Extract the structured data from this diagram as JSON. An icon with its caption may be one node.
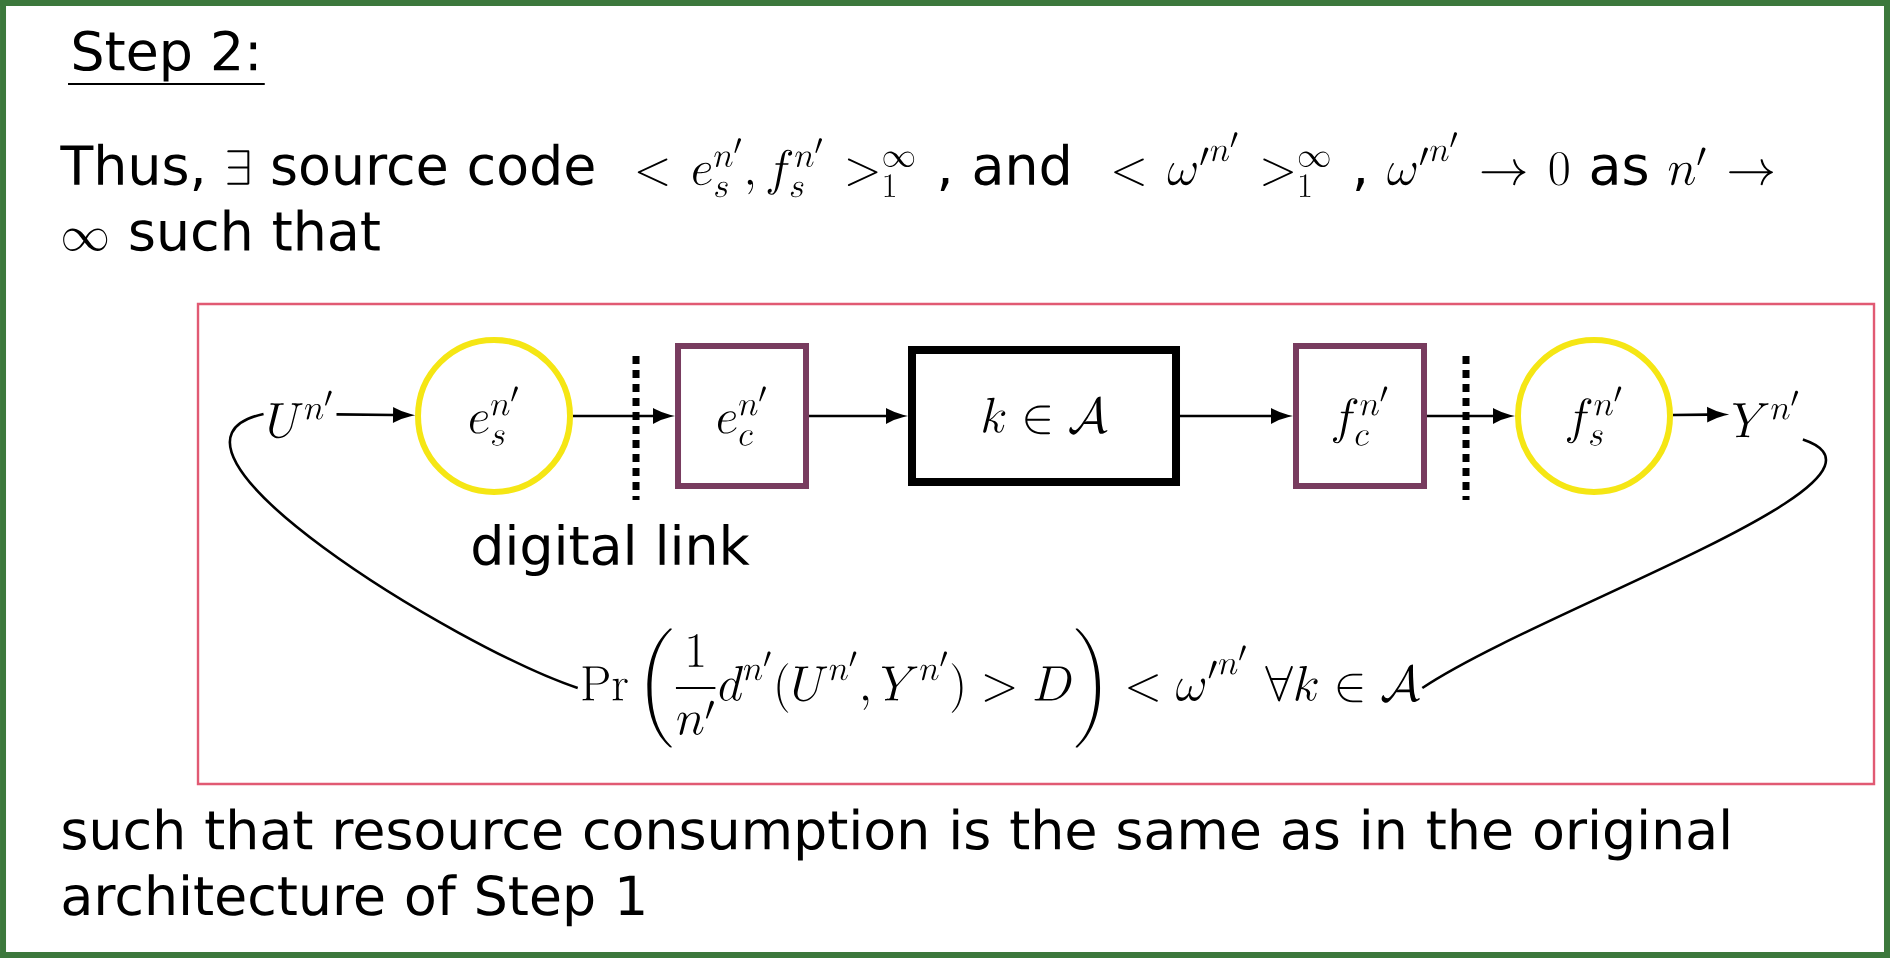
{
  "diagram": {
    "title": "Step 2:",
    "nodes": [
      {
        "text": [],
        "shape": "box"
      },
      {
        "text": [
          "U^{n'}"
        ],
        "in": 0
      },
      {
        "text": [
          "e_s^{n'}"
        ],
        "in": 0
      },
      {
        "text": [
          "e_c^{n'}"
        ],
        "in": 0
      },
      {
        "text": [
          "k \\in \\mathcal{A}"
        ],
        "in": 0
      },
      {
        "text": [
          "f_c^{n'}"
        ],
        "in": 0
      },
      {
        "text": [
          "f_s^{n'}"
        ],
        "in": 0
      },
      {
        "text": [
          "Y^{n'}"
        ],
        "in": 0
      },
      {
        "text": [
          "\\Pr\\left(\\frac{1}{n'}d^{n'}(U^{n'},Y^{n'}) > D\\right) < {\\omega'}^{n'}\\ \\forall k \\in \\mathcal{A}"
        ],
        "in": 0
      }
    ],
    "edges": [
      {
        "from": 1,
        "to": 2,
        "arrow": "to"
      },
      {
        "from": 2,
        "to": 3,
        "arrow": "to"
      },
      {
        "from": 3,
        "to": 4,
        "arrow": "to"
      },
      {
        "from": 4,
        "to": 5,
        "arrow": "to"
      },
      {
        "from": 5,
        "to": 6,
        "arrow": "to"
      },
      {
        "from": 6,
        "to": 7,
        "arrow": "to"
      },
      {
        "from": 1,
        "to": 8,
        "arrow": "none"
      },
      {
        "from": 7,
        "to": 8,
        "arrow": "none"
      }
    ],
    "labels": [
      "\\text{Thus, }\\exists\\text{ source code } < e_s^{n'}, f_s^{n'} >_1^{\\infty}\\text{, and } < {\\omega'}^{n'} >_1^{\\infty}\\text{, }{\\omega'}^{n'} \\to 0 \\text{ as } n' \\to \\infty \\text{ such that}",
      "digital link",
      "such that resource consumption is the same as in the original architecture of Step 1"
    ]
  }
}
